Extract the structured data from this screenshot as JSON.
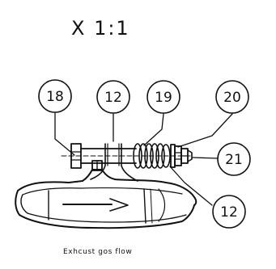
{
  "scale": "X  1:1",
  "caption": "Exhcust gos flow",
  "callouts": [
    {
      "id": "callout-18-top",
      "label": "18"
    },
    {
      "id": "callout-12-top",
      "label": "12"
    },
    {
      "id": "callout-19-top",
      "label": "19"
    },
    {
      "id": "callout-20-top",
      "label": "20"
    },
    {
      "id": "callout-21-right",
      "label": "21"
    },
    {
      "id": "callout-12-bottom",
      "label": "12"
    }
  ]
}
